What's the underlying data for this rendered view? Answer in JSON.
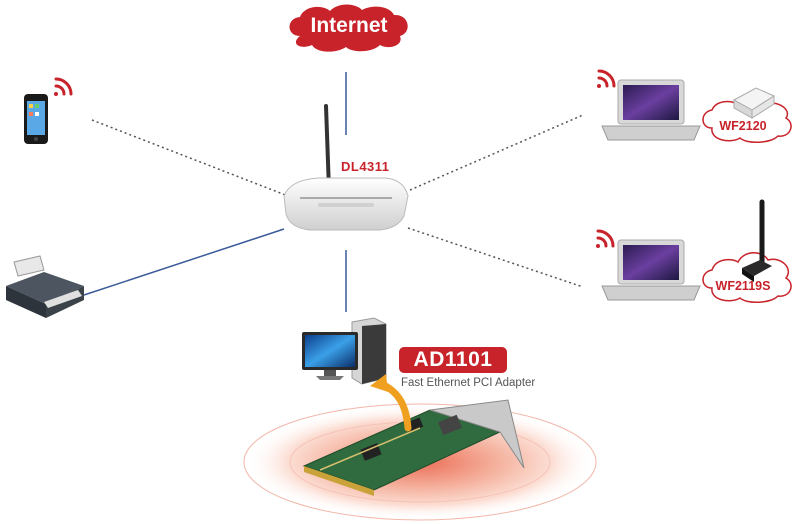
{
  "labels": {
    "internet": "Internet",
    "router_model": "DL4311",
    "laptop_top_adapter": "WF2120",
    "laptop_bottom_adapter": "WF2119S",
    "pci_model": "AD1101",
    "pci_description": "Fast Ethernet PCI Adapter"
  },
  "colors": {
    "brand_red": "#c8232b",
    "wired_link": "#3a5a9a",
    "wireless_link": "#555555"
  },
  "icons": [
    "cloud",
    "wireless-router",
    "smartphone",
    "printer",
    "laptop",
    "usb-wifi-adapter",
    "desktop-computer",
    "pci-network-card",
    "wifi-signal",
    "curved-arrow"
  ]
}
